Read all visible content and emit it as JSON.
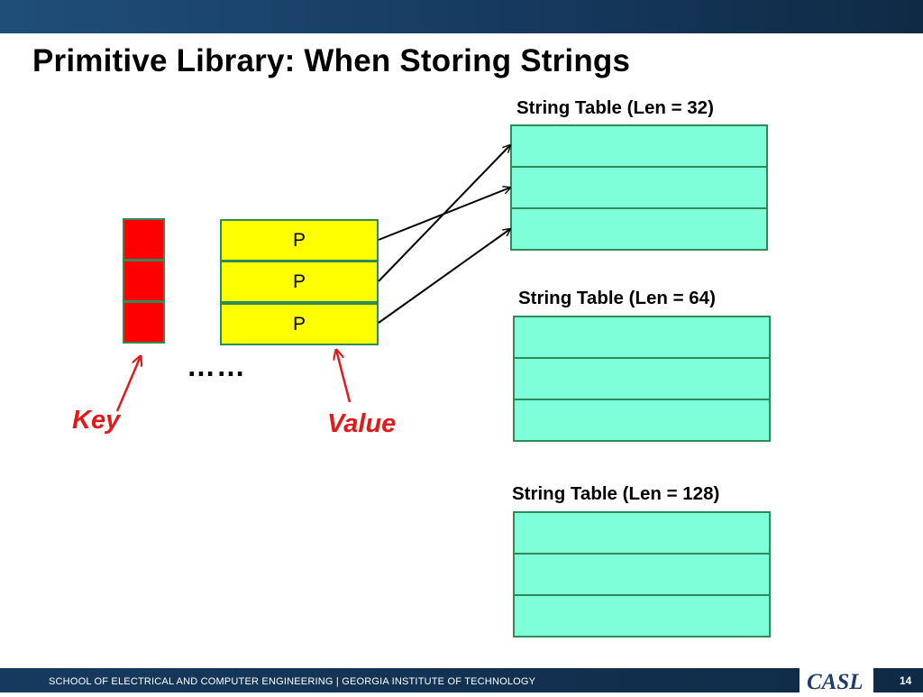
{
  "slide": {
    "title": "Primitive Library: When Storing Strings",
    "page_number": "14"
  },
  "tables": [
    {
      "label": "String Table (Len = 32)"
    },
    {
      "label": "String Table (Len = 64)"
    },
    {
      "label": "String Table (Len = 128)"
    }
  ],
  "key_cells": {
    "fill_color": "#ff0000",
    "count": 3
  },
  "value_cells": {
    "fill_color": "#ffff00",
    "items": [
      {
        "text": "P"
      },
      {
        "text": "P"
      },
      {
        "text": "P"
      }
    ]
  },
  "ellipsis": "……",
  "labels": {
    "key": "Key",
    "value": "Value",
    "color": "#e31919"
  },
  "table_fill_color": "#7fffd9",
  "footer": {
    "text": "SCHOOL OF ELECTRICAL AND COMPUTER ENGINEERING | GEORGIA INSTITUTE OF TECHNOLOGY",
    "logo": "CASL"
  }
}
